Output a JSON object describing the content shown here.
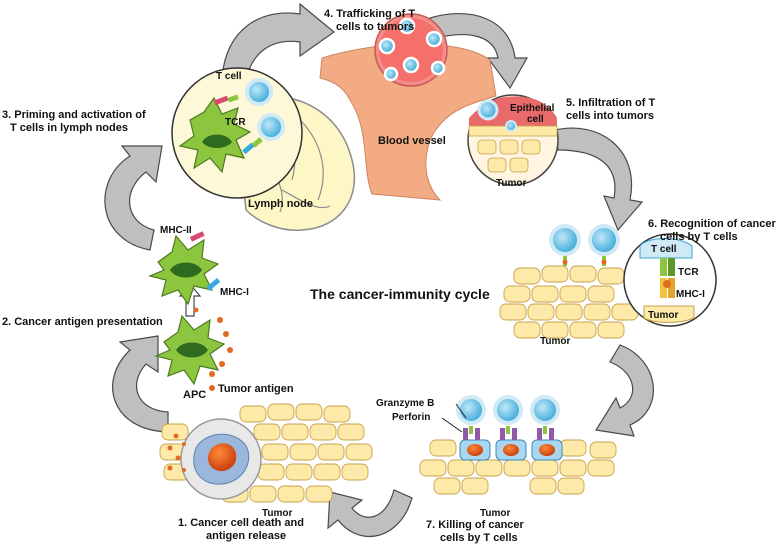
{
  "title": "The cancer-immunity cycle",
  "steps": {
    "s1": [
      "1.  Cancer cell death and",
      "antigen release"
    ],
    "s2": [
      "2. Cancer antigen presentation"
    ],
    "s3": [
      "3. Priming and activation of",
      "T cells in lymph nodes"
    ],
    "s4": [
      "4. Trafficking of T",
      "cells to tumors"
    ],
    "s5": [
      "5. Infiltration of T",
      "cells into tumors"
    ],
    "s6": [
      "6. Recognition of cancer",
      "cells by T cells"
    ],
    "s7": [
      "7. Killing of cancer",
      "cells by T cells"
    ]
  },
  "labels": {
    "t_cell": "T cell",
    "tcr": "TCR",
    "lymph_node": "Lymph node",
    "blood_vessel": "Blood vessel",
    "epithelial": [
      "Epithelial",
      "cell"
    ],
    "tumor": "Tumor",
    "mhc_ii": "MHC-II",
    "mhc_i": "MHC-I",
    "apc": "APC",
    "tumor_antigen": "Tumor antigen",
    "granzyme": "Granzyme B",
    "perforin": "Perforin",
    "inset_t_cell": "T cell",
    "inset_tcr": "TCR",
    "inset_mhc": "MHC-I",
    "inset_tumor": "Tumor"
  },
  "colors": {
    "tcell_fill": "#5bc2e7",
    "tcell_ring": "#cfe9f5",
    "apc_green": "#8cc63f",
    "apc_dark": "#2f6b1f",
    "tumor_cell": "#fde9a8",
    "tumor_border": "#c9a24a",
    "vessel": "#f3b08a",
    "vessel_dot": "#e8605a",
    "antigen": "#e06a1f",
    "arrow": "#bdbdbd",
    "arrow_stroke": "#555555"
  }
}
